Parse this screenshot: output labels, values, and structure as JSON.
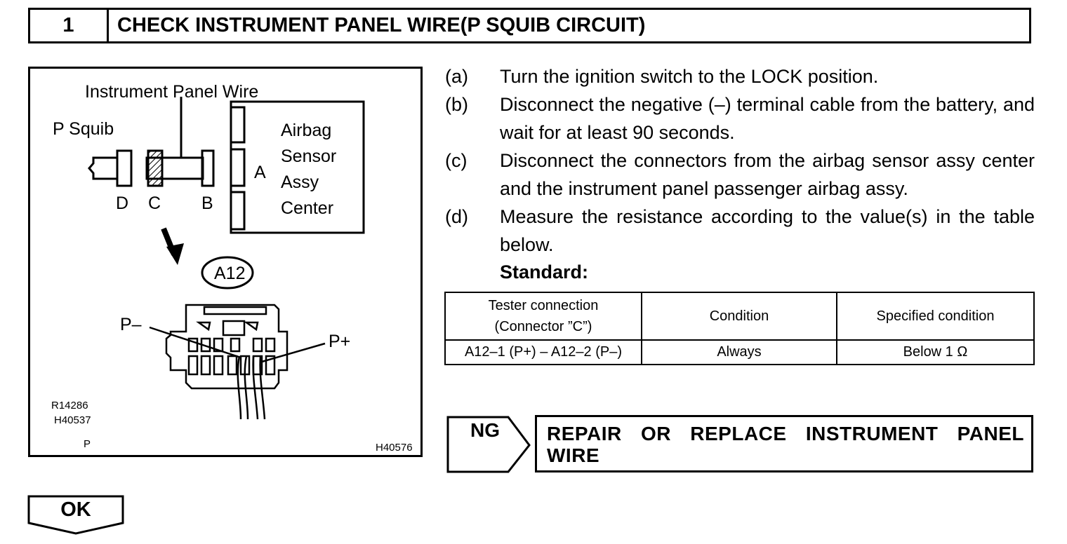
{
  "header": {
    "step_number": "1",
    "title": "CHECK INSTRUMENT PANEL WIRE(P SQUIB CIRCUIT)"
  },
  "figure": {
    "label_wire": "Instrument Panel Wire",
    "label_squib": "P Squib",
    "label_sensor": [
      "Airbag",
      "Sensor",
      "Assy",
      "Center"
    ],
    "connector_a": "A",
    "connector_b": "B",
    "connector_c": "C",
    "connector_d": "D",
    "connector_code": "A12",
    "terminal_neg": "P–",
    "terminal_pos": "P+",
    "ref_codes": [
      "R14286",
      "H40537"
    ],
    "ref_p": "P",
    "fig_code": "H40576"
  },
  "steps": [
    {
      "label": "(a)",
      "text": "Turn the ignition switch to the LOCK position."
    },
    {
      "label": "(b)",
      "text": "Disconnect the negative (–) terminal cable from the battery, and wait for at least 90 seconds."
    },
    {
      "label": "(c)",
      "text": "Disconnect the connectors from the airbag sensor assy center and the instrument panel passenger airbag assy."
    },
    {
      "label": "(d)",
      "text": "Measure the resistance according to the value(s) in the table below."
    }
  ],
  "standard_label": "Standard:",
  "table": {
    "headers": [
      "Tester connection (Connector ”C”)",
      "Condition",
      "Specified condition"
    ],
    "header_lines": [
      "Tester connection",
      "(Connector ”C”)"
    ],
    "rows": [
      [
        "A12–1 (P+) – A12–2 (P–)",
        "Always",
        "Below 1 Ω"
      ]
    ]
  },
  "ng": {
    "label": "NG",
    "action": "REPAIR OR REPLACE INSTRUMENT PANEL WIRE"
  },
  "ok": {
    "label": "OK"
  }
}
